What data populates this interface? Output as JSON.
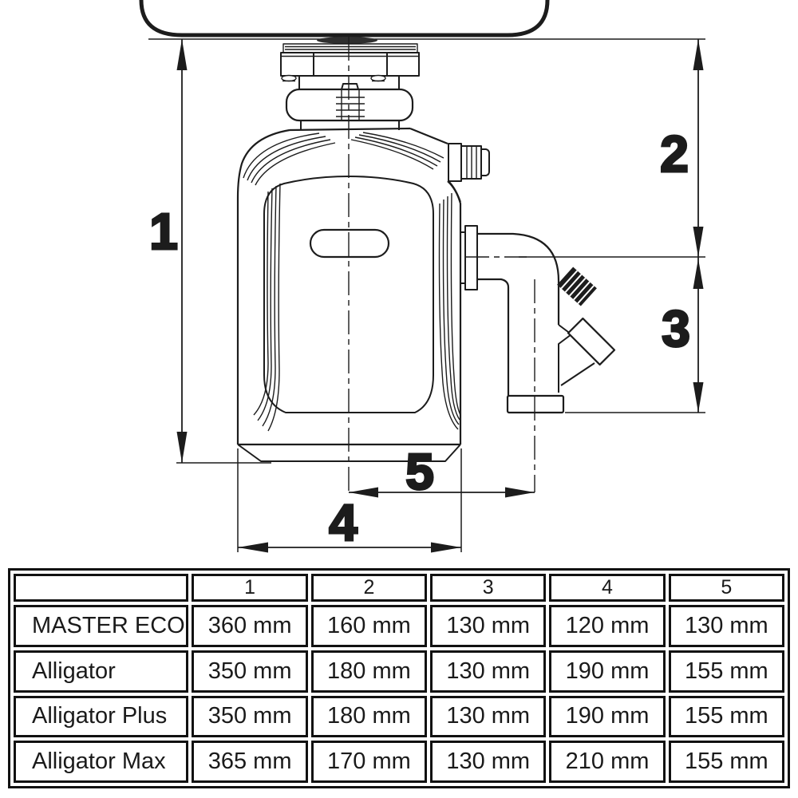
{
  "diagram": {
    "dimension_labels": {
      "d1": "1",
      "d2": "2",
      "d3": "3",
      "d4": "4",
      "d5": "5"
    }
  },
  "table": {
    "header": [
      "",
      "1",
      "2",
      "3",
      "4",
      "5"
    ],
    "rows": [
      {
        "model": "MASTER ECO",
        "values": [
          "360 mm",
          "160 mm",
          "130 mm",
          "120 mm",
          "130 mm"
        ]
      },
      {
        "model": "Alligator",
        "values": [
          "350 mm",
          "180 mm",
          "130 mm",
          "190 mm",
          "155 mm"
        ]
      },
      {
        "model": "Alligator Plus",
        "values": [
          "350 mm",
          "180 mm",
          "130 mm",
          "190 mm",
          "155 mm"
        ]
      },
      {
        "model": "Alligator Max",
        "values": [
          "365 mm",
          "170 mm",
          "130 mm",
          "210 mm",
          "155 mm"
        ]
      }
    ]
  },
  "colors": {
    "ink": "#1c1c1c",
    "background": "#ffffff",
    "thread_fill": "#1d1d1d",
    "flange_fill": "#2f2f2f"
  }
}
